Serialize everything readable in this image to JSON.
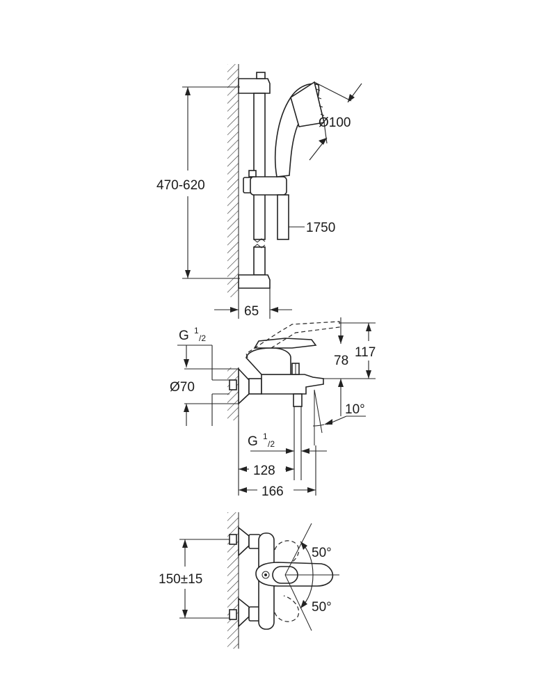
{
  "top_view": {
    "height_range": "470-620",
    "head_diameter": "Ø100",
    "hose_length": "1750",
    "wall_offset": "65"
  },
  "side_view": {
    "thread_top_main": "G",
    "thread_top_num": "1",
    "thread_top_den": "/2",
    "flange_diameter": "Ø70",
    "height_outer": "117",
    "height_inner": "78",
    "spout_angle": "10°",
    "thread_bottom_main": "G",
    "thread_bottom_num": "1",
    "thread_bottom_den": "/2",
    "depth_inner": "128",
    "depth_outer": "166"
  },
  "front_view": {
    "center_distance": "150±15",
    "angle_up": "50°",
    "angle_down": "50°"
  }
}
